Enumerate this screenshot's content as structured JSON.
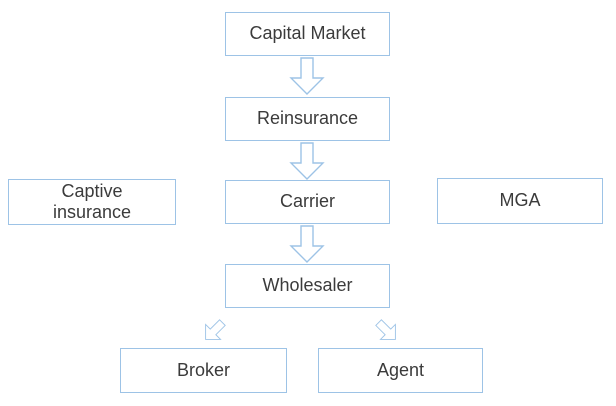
{
  "diagram": {
    "type": "flowchart",
    "description": "Insurance distribution value chain",
    "colors": {
      "background": "#FFFFFF",
      "box_border": "#9DC3E6",
      "box_fill": "#FFFFFF",
      "arrow_outline": "#9DC3E6",
      "arrow_fill": "#FFFFFF",
      "text": "#3B3B3B"
    },
    "nodes": {
      "capital_market": {
        "label": "Capital Market"
      },
      "reinsurance": {
        "label": "Reinsurance"
      },
      "captive_insurance": {
        "label": "Captive insurance"
      },
      "carrier": {
        "label": "Carrier"
      },
      "mga": {
        "label": "MGA"
      },
      "wholesaler": {
        "label": "Wholesaler"
      },
      "broker": {
        "label": "Broker"
      },
      "agent": {
        "label": "Agent"
      }
    },
    "edges": [
      {
        "from": "Capital Market",
        "to": "Reinsurance",
        "style": "outlined-block-arrow",
        "direction": "down"
      },
      {
        "from": "Reinsurance",
        "to": "Carrier",
        "style": "outlined-block-arrow",
        "direction": "down"
      },
      {
        "from": "Carrier",
        "to": "Wholesaler",
        "style": "outlined-block-arrow",
        "direction": "down"
      },
      {
        "from": "Wholesaler",
        "to": "Broker",
        "style": "outlined-block-arrow",
        "direction": "down-left"
      },
      {
        "from": "Wholesaler",
        "to": "Agent",
        "style": "outlined-block-arrow",
        "direction": "down-right"
      }
    ]
  }
}
